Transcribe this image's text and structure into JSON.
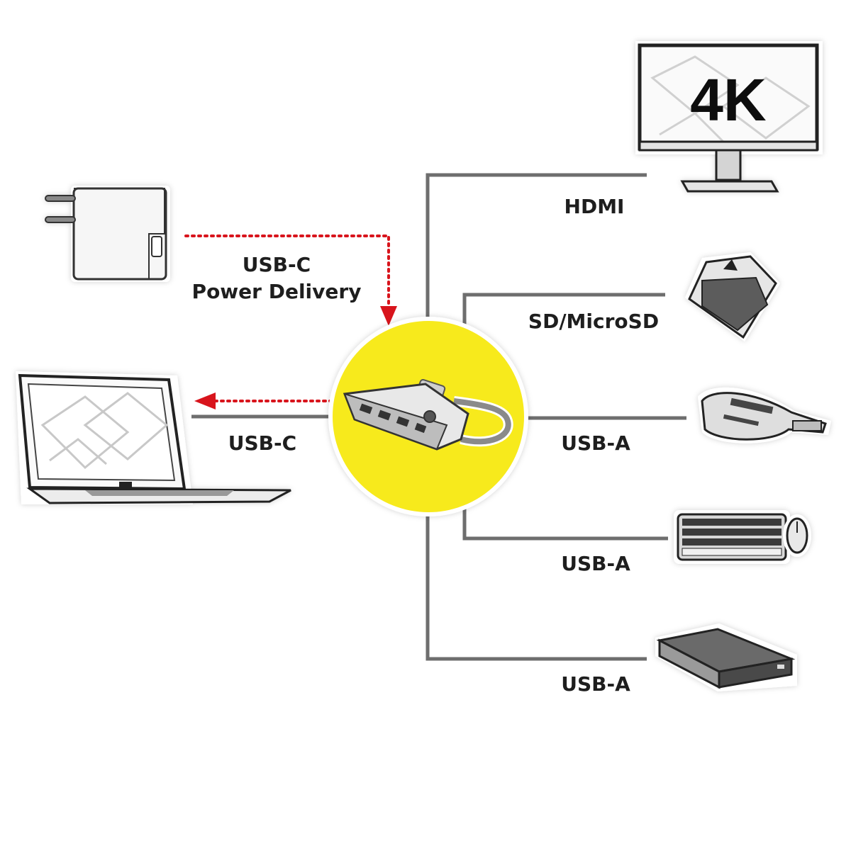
{
  "monitor": {
    "badge": "4K"
  },
  "labels": {
    "hdmi": "HDMI",
    "pd_line1": "USB-C",
    "pd_line2": "Power Delivery",
    "sd": "SD/MicroSD",
    "laptop_usbc": "USB-C",
    "usba_1": "USB-A",
    "usba_2": "USB-A",
    "usba_3": "USB-A"
  },
  "colors": {
    "hub_circle": "#f7ea1a",
    "line": "#6e6e6e",
    "power_arrow": "#d8141c",
    "sketch": "#333333",
    "text": "#1e1e1e"
  },
  "icons": [
    "power-adapter-icon",
    "laptop-icon",
    "monitor-icon",
    "sd-card-icon",
    "card-reader-icon",
    "keyboard-mouse-icon",
    "external-hdd-icon",
    "usb-hub-icon"
  ]
}
